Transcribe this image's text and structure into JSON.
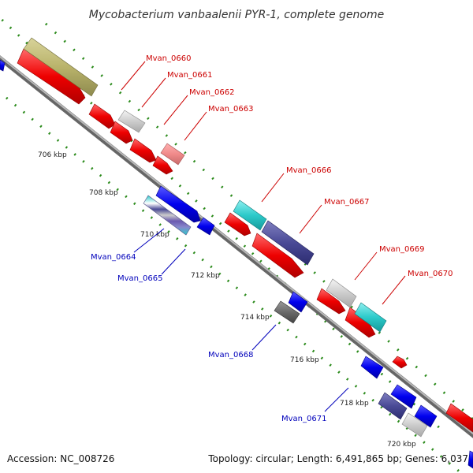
{
  "title": "Mycobacterium vanbaalenii PYR-1, complete genome",
  "footer": {
    "accession": "Accession: NC_008726",
    "stats": "Topology: circular; Length: 6,491,865 bp; Genes: 6,037"
  },
  "colors": {
    "backbone": "#8c8c8c",
    "tick": "#2a8a1a",
    "forward_label": "#cc0000",
    "reverse_label": "#0000bb"
  },
  "ticks": [
    "706 kbp",
    "708 kbp",
    "710 kbp",
    "712 kbp",
    "714 kbp",
    "716 kbp",
    "718 kbp",
    "720 kbp"
  ],
  "genes_forward": [
    {
      "name": "Mvan_0660",
      "color": "#ee0000"
    },
    {
      "name": "Mvan_0661",
      "color": "#ee0000"
    },
    {
      "name": "Mvan_0662",
      "color": "#ee0000"
    },
    {
      "name": "Mvan_0663",
      "color": "#ee0000"
    },
    {
      "name": "Mvan_0666",
      "color": "#ee0000"
    },
    {
      "name": "Mvan_0667",
      "color": "#ee0000"
    },
    {
      "name": "Mvan_0669",
      "color": "#ee0000"
    },
    {
      "name": "Mvan_0670",
      "color": "#ee0000"
    }
  ],
  "genes_reverse": [
    {
      "name": "Mvan_0664",
      "color": "#0000ee"
    },
    {
      "name": "Mvan_0665",
      "color": "#0000ee"
    },
    {
      "name": "Mvan_0668",
      "color": "#0000ee"
    },
    {
      "name": "Mvan_0671",
      "color": "#0000ee"
    }
  ]
}
